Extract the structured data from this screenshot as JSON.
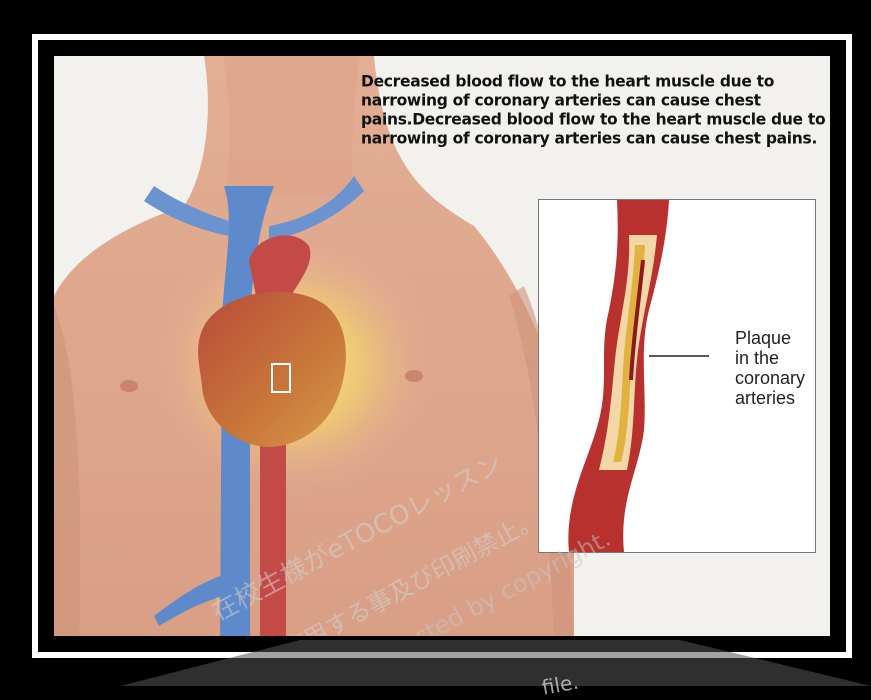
{
  "caption": "Decreased blood flow to the heart muscle due to narrowing of coronary arteries can cause chest pains.Decreased blood flow to the heart muscle due to narrowing of coronary arteries can cause chest pains.",
  "inset": {
    "label_lines": [
      "Plaque",
      "in the",
      "coronary",
      "arteries"
    ]
  },
  "watermark": {
    "line1": "在校生様がeTOCOレッスン",
    "line2": "で使用する事及び印刷禁止。",
    "line3": "Protected by copyright.",
    "line4": "file."
  },
  "colors": {
    "skin": "#e8b597",
    "artery": "#c0392b",
    "vein": "#5b86c9",
    "glow": "#f7f06a"
  }
}
